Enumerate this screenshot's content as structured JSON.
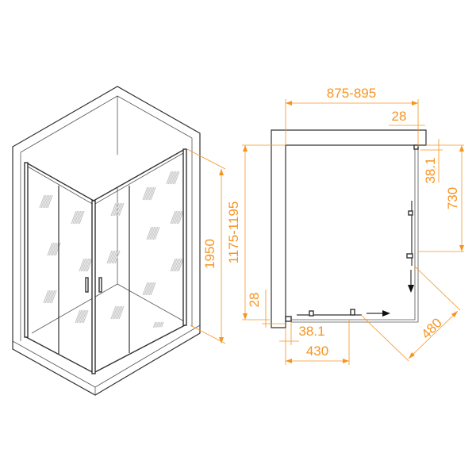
{
  "colors": {
    "dimension": "#f7941d",
    "outline": "#333333",
    "glass_pattern": "#c8c8c8"
  },
  "isometric_view": {
    "height_label": "1950",
    "width_label": "1175-1195"
  },
  "plan_view": {
    "width_label": "875-895",
    "wall_offset_top_label": "28",
    "wall_offset_left_label": "28",
    "right_gap_label": "38.1",
    "bottom_gap_label": "38.1",
    "side_door_label": "730",
    "front_door_label": "430",
    "diagonal_opening_label": "480"
  }
}
